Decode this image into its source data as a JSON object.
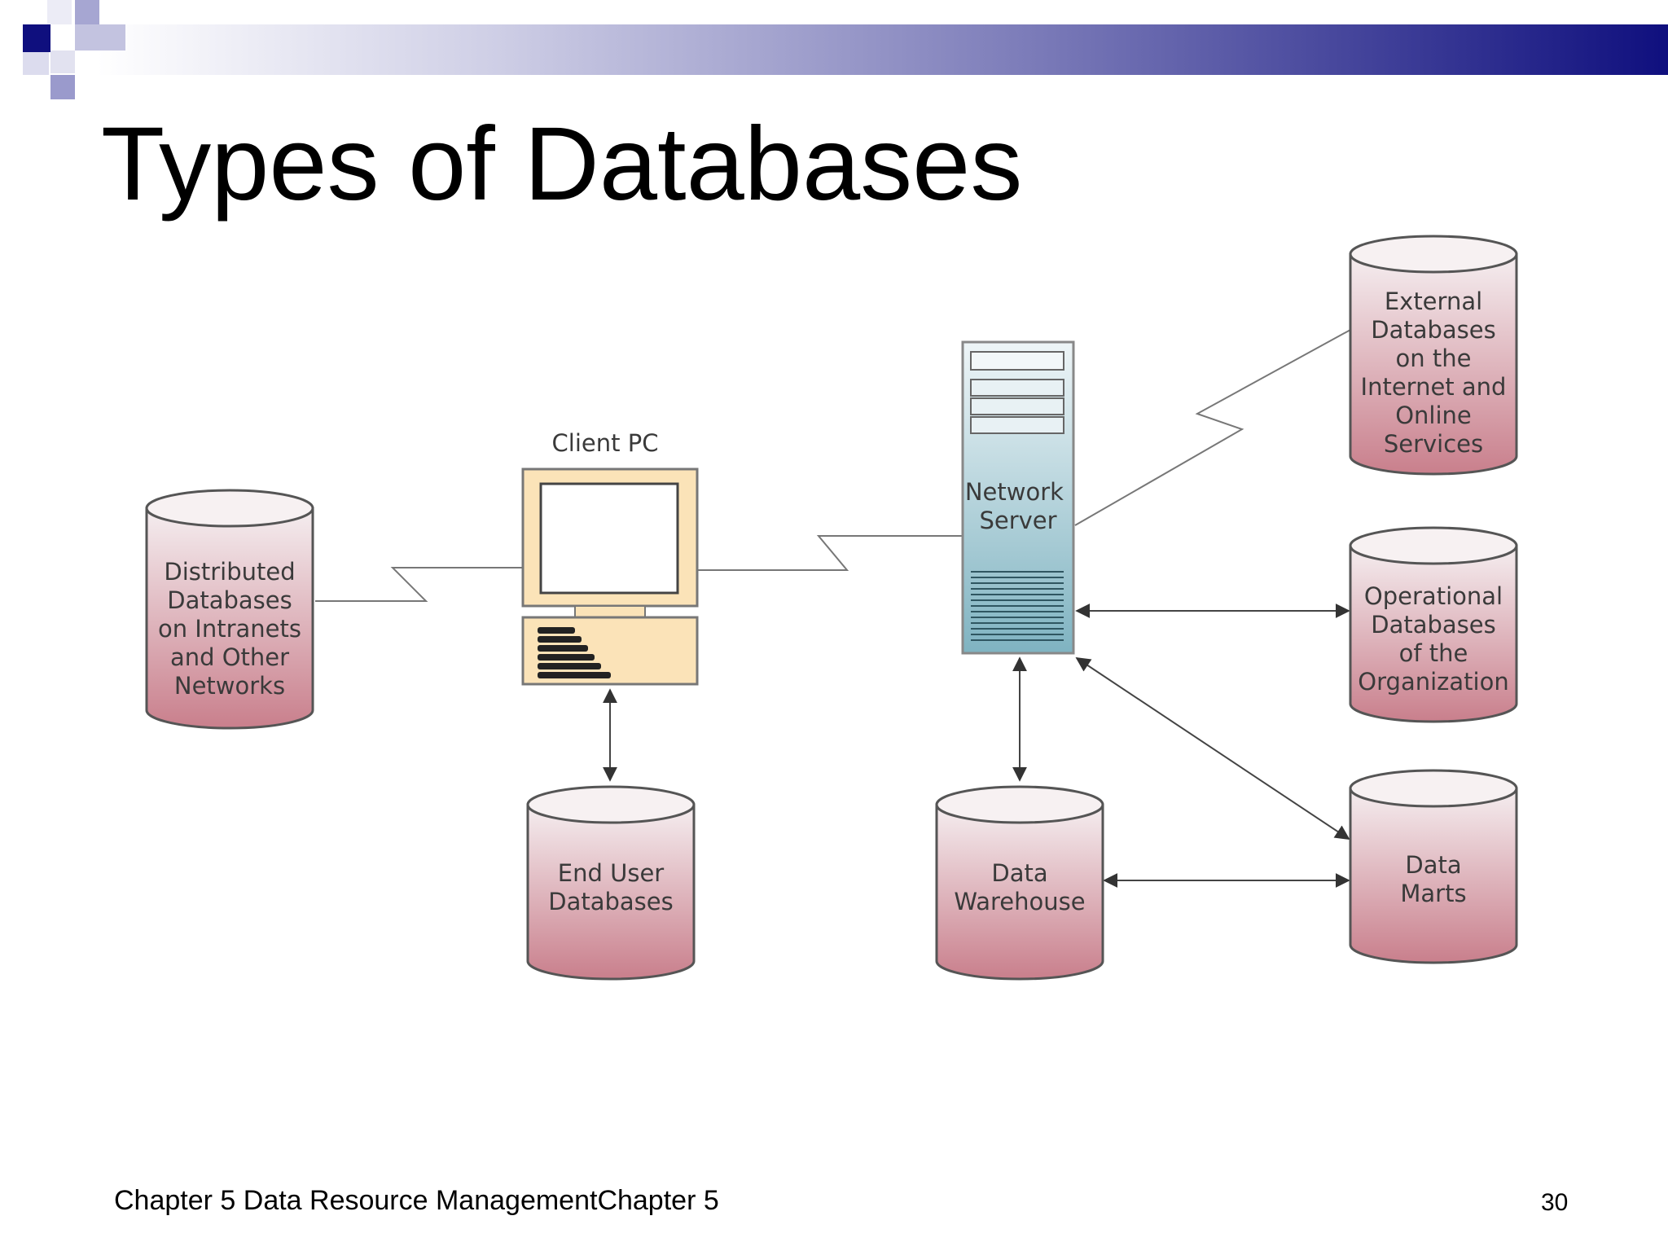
{
  "slide": {
    "title": "Types of Databases",
    "footer": "Chapter 5 Data Resource ManagementChapter 5",
    "page_number": "30"
  },
  "diagram": {
    "client_pc": {
      "label": "Client PC",
      "icon": "computer-icon"
    },
    "network_server": {
      "label_lines": [
        "Network",
        "Server"
      ],
      "icon": "server-icon"
    },
    "databases": {
      "distributed": [
        "Distributed",
        "Databases",
        "on Intranets",
        "and Other",
        "Networks"
      ],
      "end_user": [
        "End User",
        "Databases"
      ],
      "data_warehouse": [
        "Data",
        "Warehouse"
      ],
      "external": [
        "External",
        "Databases",
        "on the",
        "Internet and",
        "Online",
        "Services"
      ],
      "operational": [
        "Operational",
        "Databases",
        "of the",
        "Organization"
      ],
      "data_marts": [
        "Data",
        "Marts"
      ]
    }
  },
  "colors": {
    "banner_dark": "#0f0f7e",
    "database_top": "#f5eef0",
    "database_bottom": "#c97f8c",
    "server_top": "#eef5f7",
    "server_bottom": "#7fb3c1",
    "pc_fill": "#fbe3b8"
  }
}
